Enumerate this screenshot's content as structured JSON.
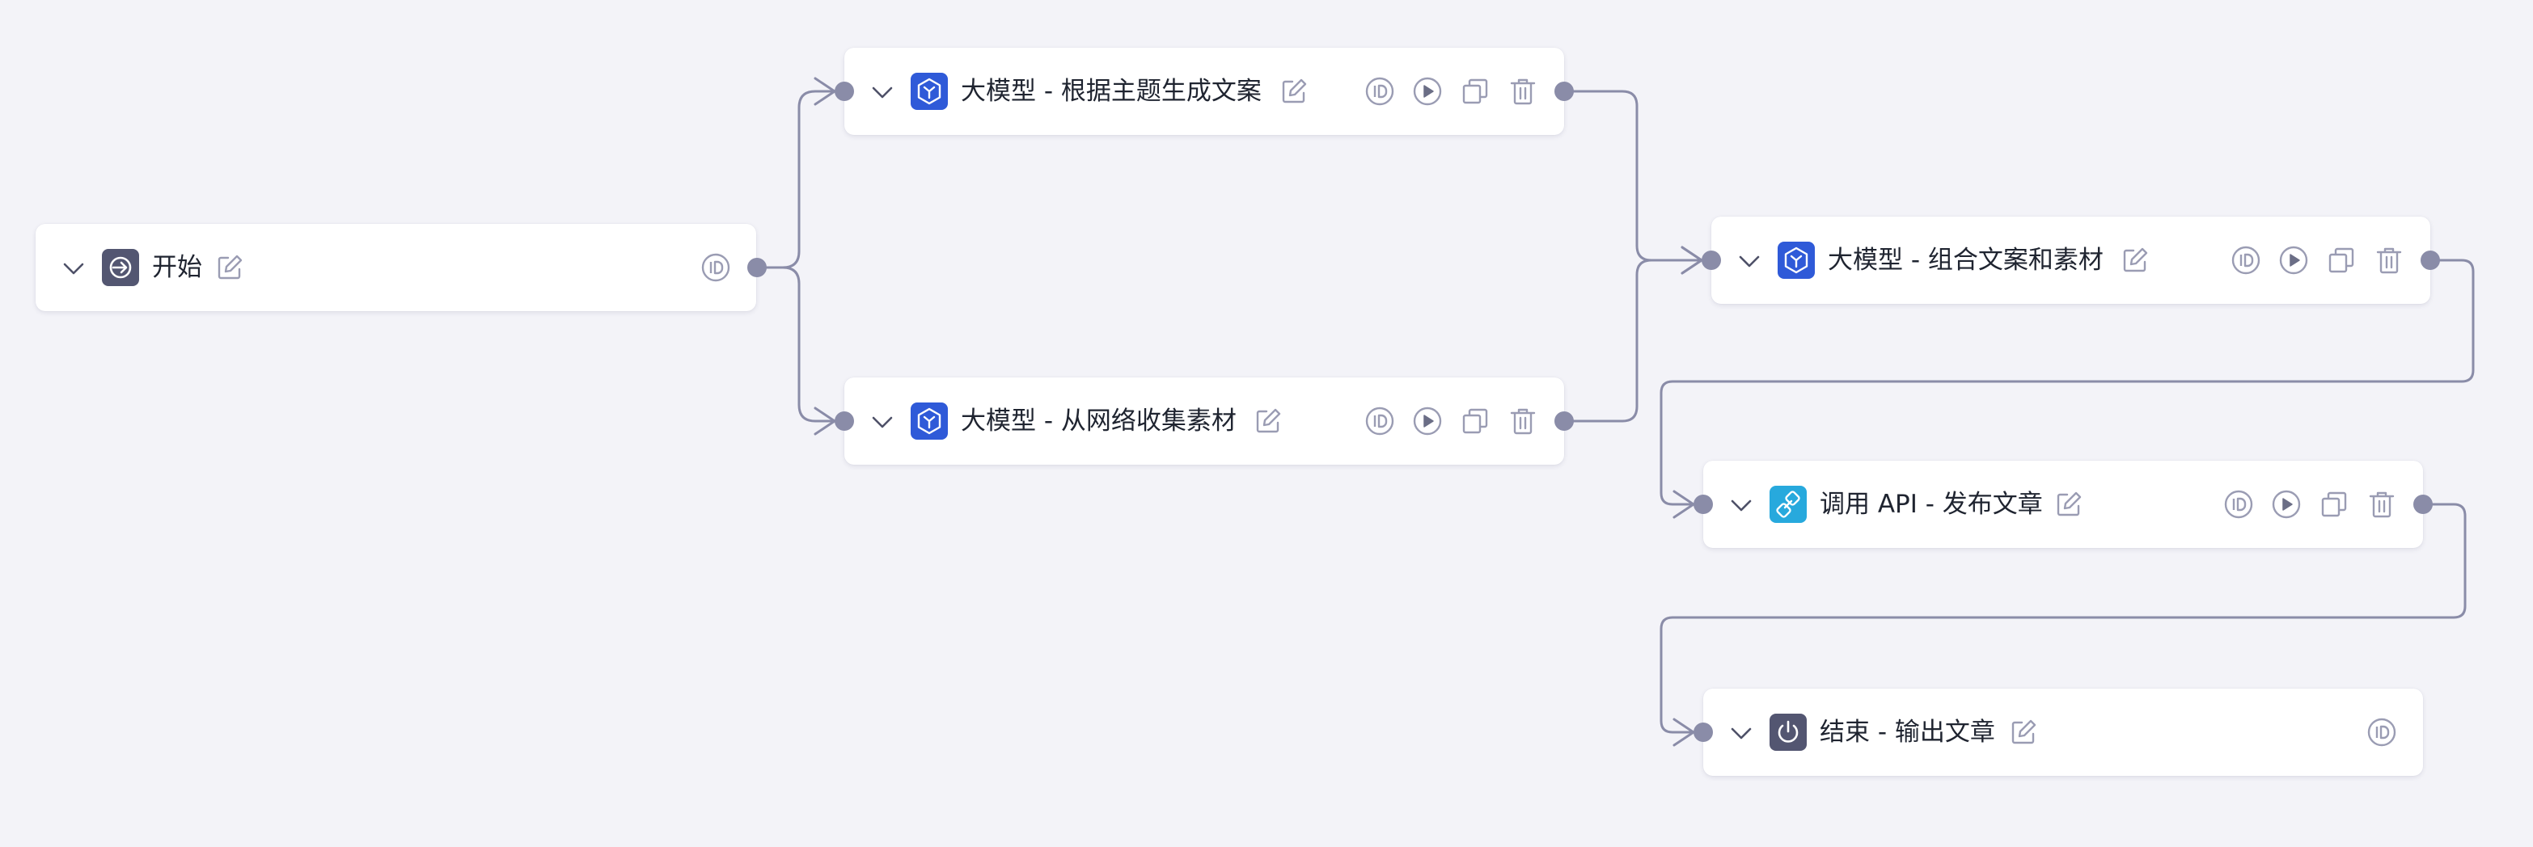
{
  "colors": {
    "canvas_bg": "#f3f3f8",
    "node_bg": "#ffffff",
    "edge": "#8a8ca8",
    "icon_gray": "#9a9cb3",
    "llm_icon_bg": "#2f5ad8",
    "api_icon_bg": "#27a9dd",
    "start_end_icon_bg": "#535671"
  },
  "nodes": [
    {
      "key": "start",
      "title": "开始",
      "icon": "start-icon",
      "actions": [
        "id-icon"
      ]
    },
    {
      "key": "llm_copy",
      "title": "大模型 - 根据主题生成文案",
      "icon": "cube-icon",
      "actions": [
        "id-icon",
        "run-icon",
        "copy-icon",
        "delete-icon"
      ]
    },
    {
      "key": "llm_collect",
      "title": "大模型 - 从网络收集素材",
      "icon": "cube-icon",
      "actions": [
        "id-icon",
        "run-icon",
        "copy-icon",
        "delete-icon"
      ]
    },
    {
      "key": "llm_combine",
      "title": "大模型 - 组合文案和素材",
      "icon": "cube-icon",
      "actions": [
        "id-icon",
        "run-icon",
        "copy-icon",
        "delete-icon"
      ]
    },
    {
      "key": "api_publish",
      "title": "调用 API - 发布文章",
      "icon": "link-icon",
      "actions": [
        "id-icon",
        "run-icon",
        "copy-icon",
        "delete-icon"
      ]
    },
    {
      "key": "end",
      "title": "结束 - 输出文章",
      "icon": "power-icon",
      "actions": [
        "id-icon"
      ]
    }
  ],
  "edges": [
    {
      "from": "start",
      "to": "llm_copy"
    },
    {
      "from": "start",
      "to": "llm_collect"
    },
    {
      "from": "llm_copy",
      "to": "llm_combine"
    },
    {
      "from": "llm_collect",
      "to": "llm_combine"
    },
    {
      "from": "llm_combine",
      "to": "api_publish"
    },
    {
      "from": "api_publish",
      "to": "end"
    }
  ]
}
